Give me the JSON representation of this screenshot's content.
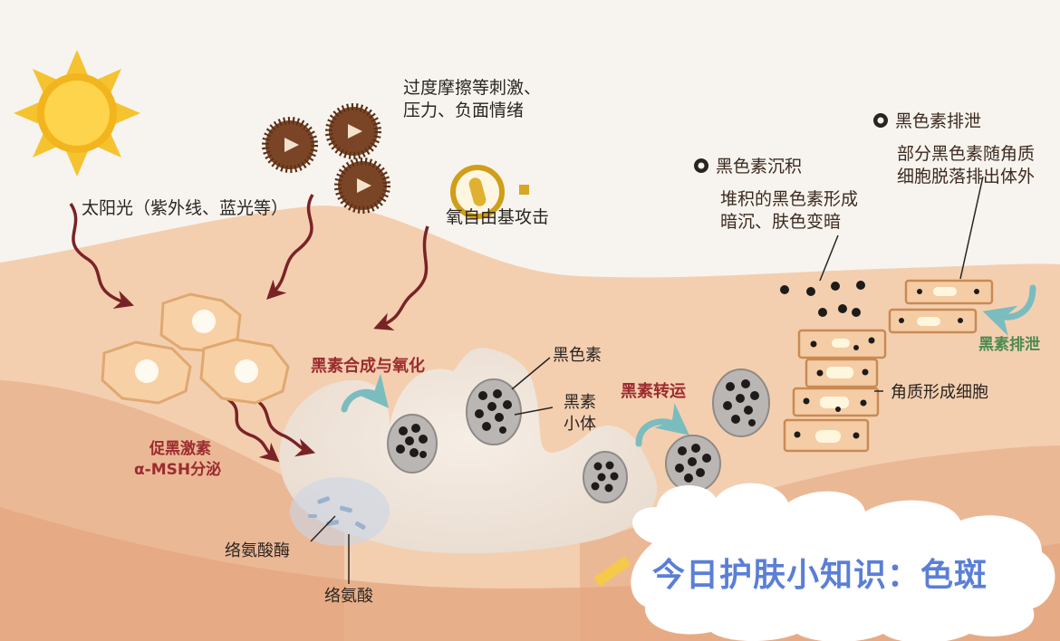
{
  "labels": {
    "sunlight": "太阳光（紫外线、蓝光等）",
    "friction_line1": "过度摩擦等刺激、",
    "friction_line2": "压力、负面情绪",
    "free_radical": "氧自由基攻击",
    "melanin_synthesis": "黑素合成与氧化",
    "msh_line1": "促黑激素",
    "msh_line2": "α-MSH分泌",
    "tyrosinase": "络氨酸酶",
    "tyrosine": "络氨酸",
    "melanin": "黑色素",
    "melanosome_line1": "黑素",
    "melanosome_line2": "小体",
    "transport": "黑素转运",
    "keratinocyte": "角质形成细胞",
    "deposition_title": "黑色素沉积",
    "deposition_line1": "堆积的黑色素形成",
    "deposition_line2": "暗沉、肤色变暗",
    "excretion_title": "黑色素排泄",
    "excretion_line1": "部分黑色素随角质",
    "excretion_line2": "细胞脱落排出体外",
    "excretion_side": "黑素排泄"
  },
  "banner": {
    "title": "今日护肤小知识：色斑"
  },
  "colors": {
    "background": "#f7f4ef",
    "skin": "#efc29d",
    "deep_skin": "#e8ad86",
    "sun": "#f5c330",
    "bacteria": "#7a4526",
    "accent_red": "#9b2c2f",
    "accent_green": "#4d8a52",
    "banner_text": "#5b7fd6",
    "teal_arrow": "#7bbcbf"
  },
  "icons": [
    "sun-icon",
    "bacteria-icon",
    "free-radical-icon",
    "bullet-dot-icon",
    "teal-arrow-icon",
    "pencil-icon"
  ]
}
